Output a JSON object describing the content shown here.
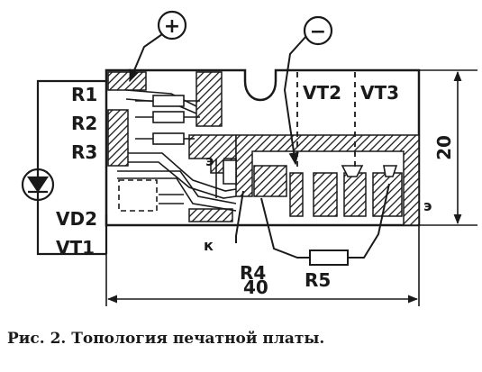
{
  "terminals": {
    "plus": "+",
    "minus": "−"
  },
  "components": {
    "r1": "R1",
    "r2": "R2",
    "r3": "R3",
    "vd2": "VD2",
    "vt1": "VT1",
    "vt2": "VT2",
    "vt3": "VT3",
    "r4": "R4",
    "r5": "R5"
  },
  "pins": {
    "e_left": "э",
    "k": "к",
    "e_right": "э"
  },
  "dimensions": {
    "width": "40",
    "height": "20"
  },
  "caption": "Рис. 2. Топология печатной платы.",
  "colors": {
    "ink": "#1a1a1a",
    "paper": "#ffffff"
  }
}
